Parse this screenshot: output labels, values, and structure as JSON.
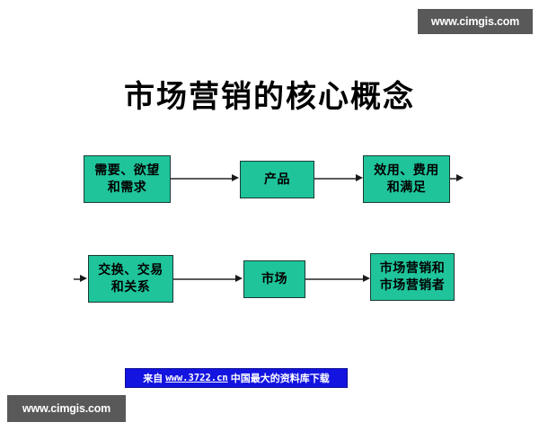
{
  "slide": {
    "title": "市场营销的核心概念",
    "background_color": "#FFFFFF",
    "node_fill_color": "#1FC49B",
    "node_border_color": "#1A3A33",
    "connector_color": "#5A5A5A"
  },
  "watermarks": {
    "top_right": "www.cimgis.com",
    "bottom_left": "www.cimgis.com",
    "background_color": "#595959",
    "text_color": "#FFFFFF"
  },
  "diagram": {
    "rows": [
      {
        "nodes": [
          {
            "id": "needs",
            "label": "需要、欲望\n和需求"
          },
          {
            "id": "product",
            "label": "产品"
          },
          {
            "id": "utility",
            "label": "效用、费用\n和满足"
          }
        ]
      },
      {
        "nodes": [
          {
            "id": "exchange",
            "label": "交换、交易\n和关系"
          },
          {
            "id": "market",
            "label": "市场"
          },
          {
            "id": "marketing",
            "label": "市场营销和\n市场营销者"
          }
        ]
      }
    ]
  },
  "source_banner": {
    "prefix": "来自",
    "url": "www.3722.cn",
    "suffix": "中国最大的资料库下载",
    "background_color": "#1414E0",
    "text_color": "#FFFFFF"
  }
}
